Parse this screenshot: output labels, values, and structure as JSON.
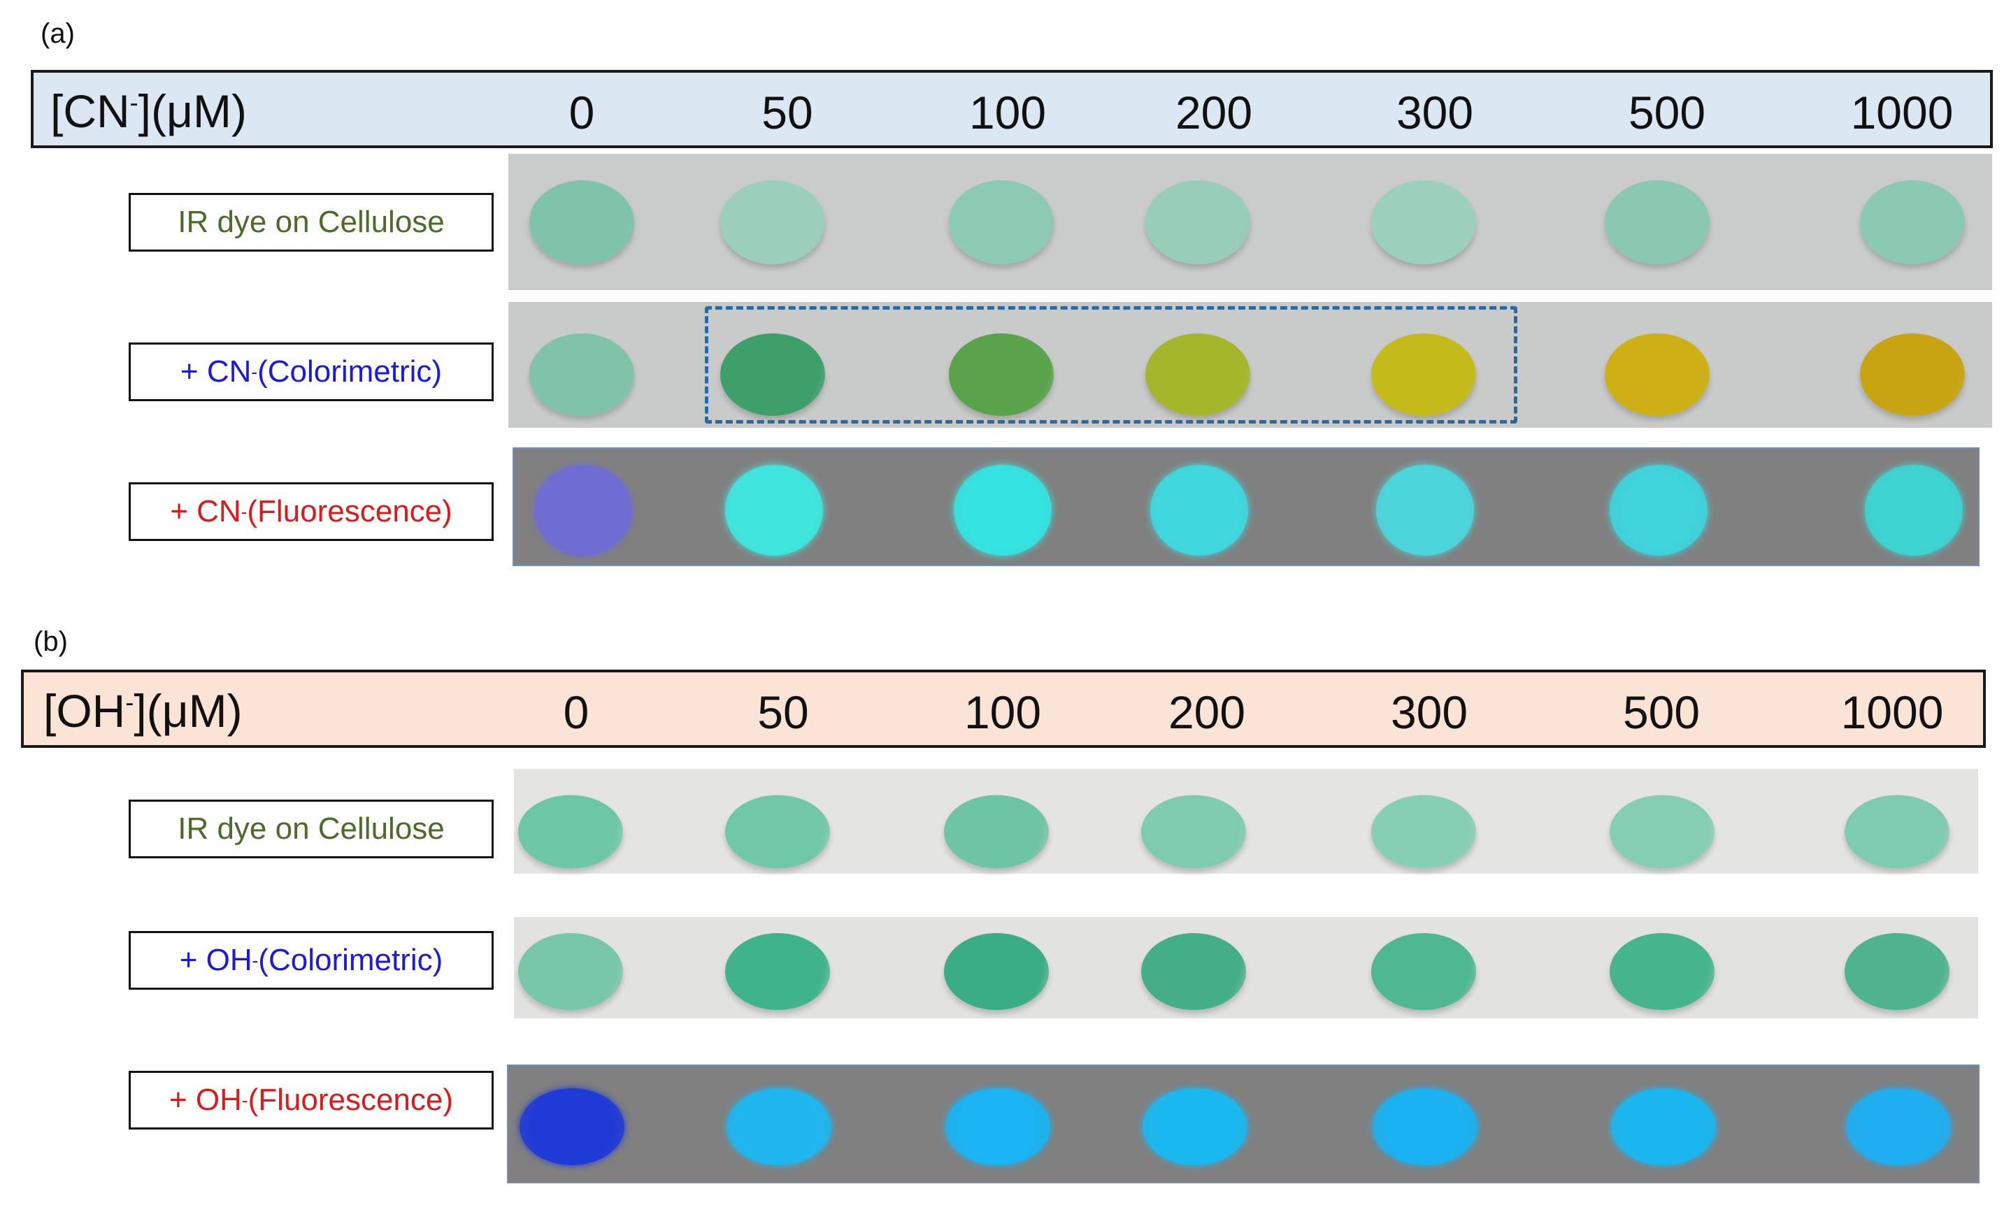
{
  "panels": [
    {
      "letter": "(a)",
      "header": {
        "label_base": "[CN",
        "label_sup": "-",
        "label_tail": "](μM)",
        "color": "#dbe7f3"
      },
      "concentrations": [
        "0",
        "50",
        "100",
        "200",
        "300",
        "500",
        "1000"
      ],
      "rows": [
        {
          "label_pre": "IR dye on Cellulose",
          "label_sup": "",
          "label_post": "",
          "text_color": "#4d6b2a",
          "background": "#c9cccb",
          "disc_colors": [
            "#7fc4a9",
            "#9ccfba",
            "#8dcab2",
            "#98cdb8",
            "#9dd0bc",
            "#8ac8b0",
            "#8bc9b0"
          ]
        },
        {
          "label_pre": "+ CN",
          "label_sup": "-",
          "label_post": " (Colorimetric)",
          "text_color": "#1a1ae0",
          "background": "#c8cbca",
          "disc_colors": [
            "#7fc4a6",
            "#3e9f6b",
            "#5aa34a",
            "#a6b62b",
            "#c4bb1a",
            "#cdb013",
            "#c8a312"
          ]
        },
        {
          "label_pre": "+ CN",
          "label_sup": "-",
          "label_post": " (Fluorescence)",
          "text_color": "#e01a1a",
          "background": "#808080",
          "disc_colors": [
            "#6f6cd4",
            "#3fe6de",
            "#35e3df",
            "#3fd8de",
            "#4cd6dc",
            "#3fd3dc",
            "#3dd4d2"
          ]
        }
      ]
    },
    {
      "letter": "(b)",
      "header": {
        "label_base": "[OH",
        "label_sup": "-",
        "label_tail": "](μM)",
        "color": "#fbe4d5"
      },
      "concentrations": [
        "0",
        "50",
        "100",
        "200",
        "300",
        "500",
        "1000"
      ],
      "rows": [
        {
          "label_pre": "IR dye on Cellulose",
          "label_sup": "",
          "label_post": "",
          "text_color": "#4d6b2a",
          "background": "#e4e4e2",
          "disc_colors": [
            "#6cc7a6",
            "#70c8a6",
            "#6ec5a4",
            "#7ecbb0",
            "#86cfb5",
            "#85ceb4",
            "#7fcbb1"
          ]
        },
        {
          "label_pre": "+ OH",
          "label_sup": "-",
          "label_post": " (Colorimetric)",
          "text_color": "#1a1ae0",
          "background": "#e2e2e0",
          "disc_colors": [
            "#78c8a8",
            "#3fb48c",
            "#3aac86",
            "#44ae88",
            "#4db892",
            "#46b48c",
            "#4db48c"
          ]
        },
        {
          "label_pre": "+ OH",
          "label_sup": "-",
          "label_post": " (Fluorescence)",
          "text_color": "#e01a1a",
          "background": "#808080",
          "disc_colors": [
            "#1f3ad6",
            "#1fb6f0",
            "#1ab4f2",
            "#1ab8f0",
            "#1ab2f0",
            "#1ab6f0",
            "#1faef0"
          ]
        }
      ]
    }
  ],
  "highlight": {
    "panel": 0,
    "row": 1,
    "from_index": 1,
    "to_index": 4,
    "color": "#2b6aa0"
  }
}
